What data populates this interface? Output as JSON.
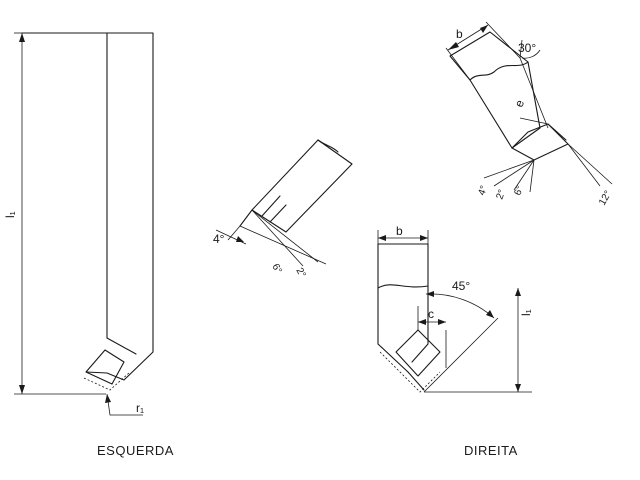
{
  "left_tool": {
    "caption": "ESQUERDA",
    "dim_length": "l₁",
    "dim_foot": "r₁"
  },
  "middle_tool": {
    "angle_a": "4°",
    "angle_b": "6°",
    "angle_c": "2°"
  },
  "right_top_tool": {
    "dim_width": "b",
    "angle_top": "30°",
    "dim_e": "e",
    "angle_a": "4°",
    "angle_b": "2°",
    "angle_c": "6°",
    "angle_d": "12°"
  },
  "right_bottom_tool": {
    "caption": "DIREITA",
    "dim_width": "b",
    "dim_c": "c",
    "angle": "45°",
    "dim_length": "l₁"
  }
}
